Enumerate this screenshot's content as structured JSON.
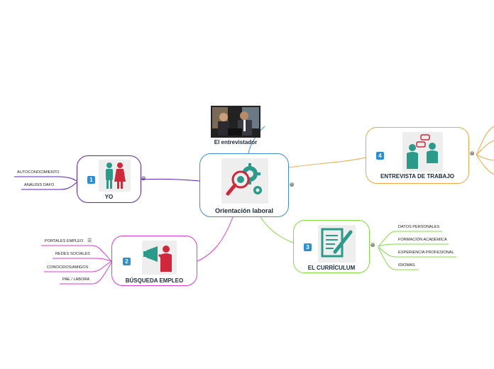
{
  "center": {
    "title": "Orientación laboral"
  },
  "photo_node": {
    "title": "El entrevistador"
  },
  "branches": {
    "yo": {
      "number": "1",
      "title": "YO",
      "leaves": [
        "AUTOCONOCIMIENTO",
        "ANÁLISIS DAFO"
      ]
    },
    "busqueda": {
      "number": "2",
      "title": "BÚSQUEDA EMPLEO",
      "leaves": [
        "PORTALES EMPLEO",
        "REDES SOCIALES",
        "CONOCIDOS/AMIGOS",
        "PAE / LABORA"
      ]
    },
    "curriculum": {
      "number": "3",
      "title": "EL CURRÍCULUM",
      "leaves": [
        "DATOS PERSONALES",
        "FORMACIÓN ACADÉMICA",
        "EXPERIENCIA PROFESIONAL",
        "IDIOMAS"
      ]
    },
    "entrevista": {
      "number": "4",
      "title": "ENTREVISTA DE TRABAJO"
    }
  },
  "icons": {
    "globe": "globe-icon",
    "notes": "notes-icon"
  },
  "colors": {
    "center": "#3a8fd8",
    "yo": "#5b1fd0",
    "busqueda": "#e23ad6",
    "curriculum": "#7fe03a",
    "entrevista": "#f2a640",
    "teal": "#2a9a8a",
    "red": "#d0283a"
  }
}
